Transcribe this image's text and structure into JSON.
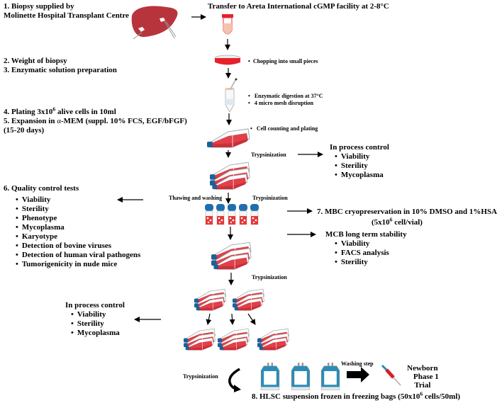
{
  "steps": {
    "s1": {
      "line1": "1. Biopsy supplied by",
      "line2": "Molinette Hospital Transplant Centre"
    },
    "transfer": "Transfer to Areta International cGMP facility at 2-8°C",
    "s2": "2. Weight of biopsy",
    "s3": "3. Enzymatic solution preparation",
    "s4": {
      "pre": "4. Plating 3x10",
      "sup": "6",
      "post": " alive cells in 10ml"
    },
    "s5": {
      "pre": "5. Expansion in ",
      "alpha": "α",
      "post": "-MEM (suppl. 10% FCS, EGF/bFGF)"
    },
    "s5_days": "(15-20 days)",
    "s6_title": "6. Quality control tests",
    "s6_items": [
      "Viability",
      "Sterility",
      "Phenotype",
      "Mycoplasma",
      "Karyotype",
      "Detection of bovine viruses",
      "Detection of human viral pathogens",
      "Tumorigenicity in nude mice"
    ],
    "s7": "7. MBC cryopreservation in 10% DMSO and 1%HSA",
    "s7_sub": {
      "pre": "(5x10",
      "sup": "6",
      "post": " cell/vial)"
    },
    "mcb_title": "MCB long term stability",
    "mcb_items": [
      "Viability",
      "FACS analysis",
      "Sterility"
    ],
    "s8": {
      "pre": "8. HLSC suspension frozen in freezing bags (50x10",
      "sup": "6",
      "post": " cells/50ml)"
    }
  },
  "process_notes": {
    "chopping": "Chopping into small pieces",
    "digestion": [
      "Enzymatic digestion at 37°C",
      "4 micro mesh disruption"
    ],
    "counting": "Cell counting and plating",
    "trypsinization": "Trypsinization",
    "thawing": "Thawing and washing",
    "washing": "Washing step"
  },
  "in_process_control": {
    "title": "In process control",
    "items": [
      "Viability",
      "Sterility",
      "Mycoplasma"
    ]
  },
  "outcome": {
    "line1": "Newborn",
    "line2": "Phase 1",
    "line3": "Trial"
  },
  "icons": [
    "liver-icon",
    "transport-tube-icon",
    "petri-dish-icon",
    "conical-tube-icon",
    "culture-flask-icon",
    "flask-stack-icon",
    "cryovial-icon",
    "freezing-bag-icon",
    "syringe-icon",
    "curved-arrow-icon",
    "thick-arrow-icon"
  ],
  "colors": {
    "tissue_red": "#d9363e",
    "flask_red": "#e0404a",
    "cap_blue": "#1f5f99",
    "bag_blue": "#2a8db8",
    "liver": "#b8343c"
  }
}
